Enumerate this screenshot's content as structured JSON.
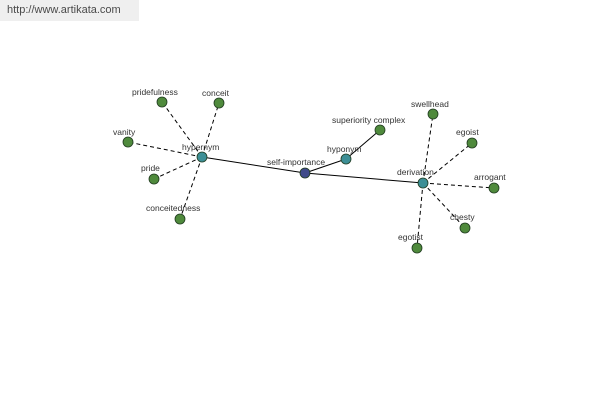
{
  "watermark": "http://www.artikata.com",
  "colors": {
    "root": "#3f4a8a",
    "hub": "#3d8f96",
    "leaf": "#4f8a3c",
    "edge": "#000000"
  },
  "graph": {
    "nodes": [
      {
        "id": "root",
        "label": "self-importance",
        "kind": "root"
      },
      {
        "id": "hypernym",
        "label": "hypernym",
        "kind": "hub"
      },
      {
        "id": "hyponym",
        "label": "hyponym",
        "kind": "hub"
      },
      {
        "id": "derivation",
        "label": "derivation",
        "kind": "hub"
      },
      {
        "id": "pridefulness",
        "label": "pridefulness",
        "kind": "leaf"
      },
      {
        "id": "conceit",
        "label": "conceit",
        "kind": "leaf"
      },
      {
        "id": "vanity",
        "label": "vanity",
        "kind": "leaf"
      },
      {
        "id": "pride",
        "label": "pride",
        "kind": "leaf"
      },
      {
        "id": "conceitedness",
        "label": "conceitedness",
        "kind": "leaf"
      },
      {
        "id": "superiority",
        "label": "superiority complex",
        "kind": "leaf"
      },
      {
        "id": "swellhead",
        "label": "swellhead",
        "kind": "leaf"
      },
      {
        "id": "egoist1",
        "label": "egoist",
        "kind": "leaf"
      },
      {
        "id": "arrogant",
        "label": "arrogant",
        "kind": "leaf"
      },
      {
        "id": "chesty",
        "label": "chesty",
        "kind": "leaf"
      },
      {
        "id": "egotist",
        "label": "egotist",
        "kind": "leaf"
      }
    ],
    "edges": [
      {
        "from": "root",
        "to": "hypernym",
        "style": "solid"
      },
      {
        "from": "root",
        "to": "hyponym",
        "style": "solid"
      },
      {
        "from": "root",
        "to": "derivation",
        "style": "solid"
      },
      {
        "from": "hypernym",
        "to": "pridefulness",
        "style": "dashed"
      },
      {
        "from": "hypernym",
        "to": "conceit",
        "style": "dashed"
      },
      {
        "from": "hypernym",
        "to": "vanity",
        "style": "dashed"
      },
      {
        "from": "hypernym",
        "to": "pride",
        "style": "dashed"
      },
      {
        "from": "hypernym",
        "to": "conceitedness",
        "style": "dashed"
      },
      {
        "from": "hyponym",
        "to": "superiority",
        "style": "solid"
      },
      {
        "from": "derivation",
        "to": "swellhead",
        "style": "dashed"
      },
      {
        "from": "derivation",
        "to": "egoist1",
        "style": "dashed"
      },
      {
        "from": "derivation",
        "to": "arrogant",
        "style": "dashed"
      },
      {
        "from": "derivation",
        "to": "chesty",
        "style": "dashed"
      },
      {
        "from": "derivation",
        "to": "egotist",
        "style": "dashed"
      }
    ]
  }
}
